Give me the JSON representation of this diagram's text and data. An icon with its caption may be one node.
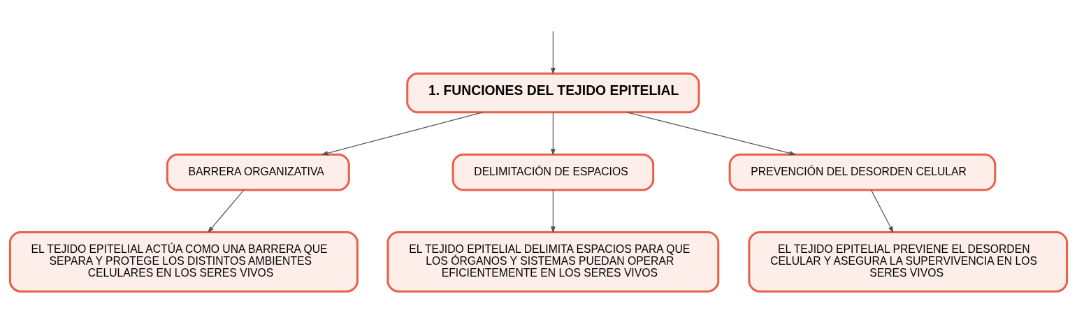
{
  "diagram": {
    "nodes": [
      {
        "text": [
          "1. FUNCIONES DEL TEJIDO EPITELIAL"
        ]
      },
      {
        "text": [
          "BARRERA ORGANIZATIVA"
        ]
      },
      {
        "text": [
          "DELIMITACIÓN DE ESPACIOS"
        ]
      },
      {
        "text": [
          "PREVENCIÓN DEL DESORDEN CELULAR"
        ]
      },
      {
        "text": [
          "EL TEJIDO EPITELIAL ACTÚA COMO UNA BARRERA QUE SEPARA Y PROTEGE LOS DISTINTOS AMBIENTES CELULARES EN LOS SERES VIVOS"
        ]
      },
      {
        "text": [
          "EL TEJIDO EPITELIAL DELIMITA ESPACIOS PARA QUE LOS ÓRGANOS Y SISTEMAS PUEDAN OPERAR EFICIENTEMENTE EN LOS SERES VIVOS"
        ]
      },
      {
        "text": [
          "EL TEJIDO EPITELIAL PREVIENE EL DESORDEN CELULAR Y ASEGURA LA SUPERVIVENCIA EN LOS SERES VIVOS"
        ]
      }
    ],
    "edges": [
      {
        "from": null,
        "to": 0,
        "arrow": "to"
      },
      {
        "from": 0,
        "to": 1,
        "arrow": "to"
      },
      {
        "from": 0,
        "to": 2,
        "arrow": "to"
      },
      {
        "from": 0,
        "to": 3,
        "arrow": "to"
      },
      {
        "from": 1,
        "to": 4,
        "arrow": "to"
      },
      {
        "from": 2,
        "to": 5,
        "arrow": "to"
      },
      {
        "from": 3,
        "to": 6,
        "arrow": "to"
      }
    ]
  }
}
